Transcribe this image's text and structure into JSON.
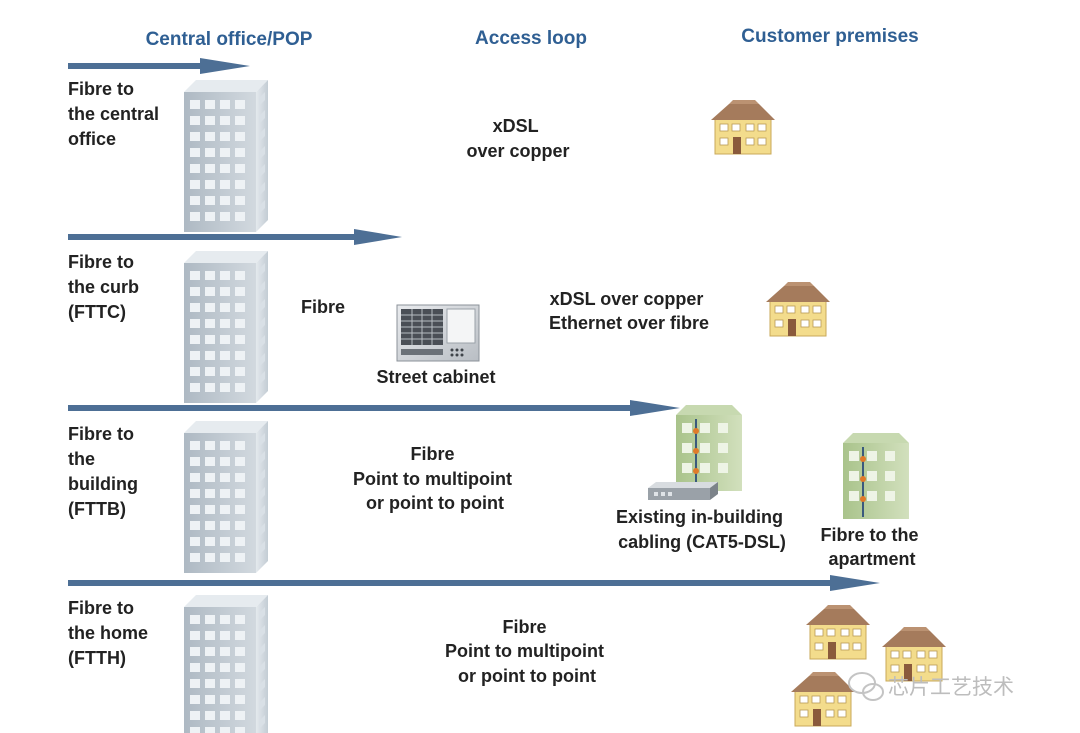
{
  "headers": {
    "central_office": "Central office/POP",
    "access_loop": "Access loop",
    "customer_premises": "Customer premises"
  },
  "rows": {
    "fttco": {
      "title_lines": [
        "Fibre to",
        "the central",
        "office"
      ],
      "loop_lines": [
        "xDSL",
        "over copper"
      ]
    },
    "fttc": {
      "title_lines": [
        "Fibre to",
        "the curb",
        "(FTTC)"
      ],
      "fibre_label": "Fibre",
      "cabinet_label": "Street cabinet",
      "loop_lines": [
        "xDSL over copper",
        "Ethernet over fibre"
      ]
    },
    "fttb": {
      "title_lines": [
        "Fibre to",
        "the",
        "building",
        "(FTTB)"
      ],
      "loop_lines": [
        "Fibre",
        "Point to multipoint",
        "or point to point"
      ],
      "inbuilding_lines": [
        "Existing in-building",
        "cabling (CAT5-DSL)"
      ],
      "apartment_lines": [
        "Fibre to the",
        "apartment"
      ]
    },
    "ftth": {
      "title_lines": [
        "Fibre to",
        "the home",
        "(FTTH)"
      ],
      "loop_lines": [
        "Fibre",
        "Point to multipoint",
        "or point to point"
      ]
    }
  },
  "watermark": "芯片工艺技术",
  "colors": {
    "header_text": "#2f5f93",
    "arrow": "#4d6f95",
    "building_face": "#c9d1d8",
    "house_wall": "#f3dc8c",
    "house_roof": "#a57b5c",
    "green_building": "#b5cc99"
  }
}
